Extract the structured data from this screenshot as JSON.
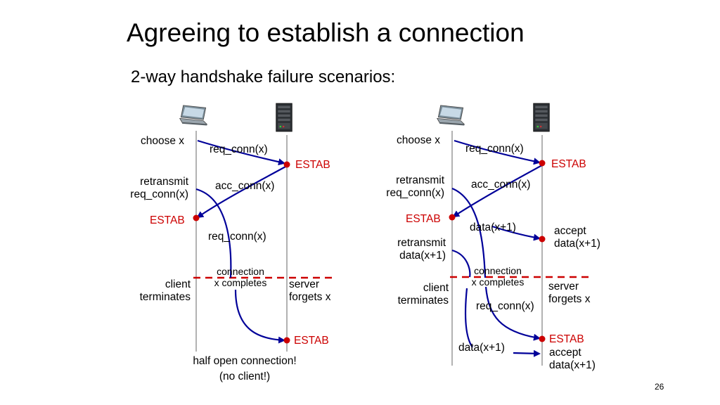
{
  "slide": {
    "title": "Agreeing to establish a connection",
    "subtitle": "2-way handshake failure scenarios:",
    "page_number": "26"
  },
  "left": {
    "choose": "choose x",
    "req1": "req_conn(x)",
    "estab_server": "ESTAB",
    "retransmit": "retransmit\nreq_conn(x)",
    "acc": "acc_conn(x)",
    "estab_client": "ESTAB",
    "req2": "req_conn(x)",
    "completes": "connection\nx completes",
    "client_term": "client\nterminates",
    "server_forgets": "server\nforgets x",
    "estab_final": "ESTAB",
    "caption": "half open connection!\n(no client!)"
  },
  "right": {
    "choose": "choose x",
    "req1": "req_conn(x)",
    "estab_server": "ESTAB",
    "retransmit": "retransmit\nreq_conn(x)",
    "acc": "acc_conn(x)",
    "estab_client": "ESTAB",
    "data1": "data(x+1)",
    "accept1": "accept\ndata(x+1)",
    "retransmit_data": "retransmit\ndata(x+1)",
    "completes": "connection\nx completes",
    "client_term": "client\nterminates",
    "server_forgets": "server\nforgets x",
    "req2": "req_conn(x)",
    "estab_final": "ESTAB",
    "data2": "data(x+1)",
    "accept2": "accept\ndata(x+1)"
  },
  "colors": {
    "arrow": "#000099",
    "estab": "#cc0000",
    "dash": "#cc0000",
    "timeline": "#999999"
  },
  "icons": [
    "laptop-icon",
    "server-icon"
  ]
}
